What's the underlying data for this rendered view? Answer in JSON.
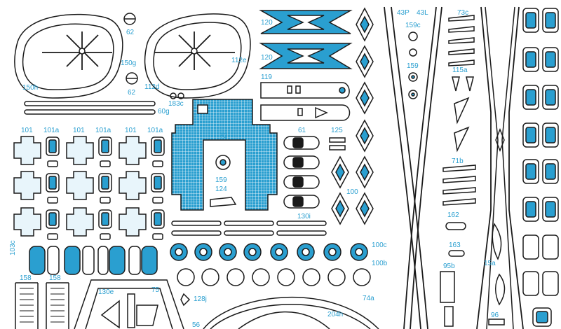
{
  "colors": {
    "ink": "#1a1a1a",
    "fill": "#2a9fd0",
    "label": "#2a9fd0",
    "gate": "#2db84a"
  },
  "labels": {
    "l62a": "62",
    "l62b": "62",
    "l150g": "150g",
    "l150h": "150h",
    "l112d": "112d",
    "l112e": "112e",
    "l183c": "183c",
    "l60g": "60g",
    "l120a": "120",
    "l120b": "120",
    "l119": "119",
    "l43p": "43P",
    "l43l": "43L",
    "l159c": "159c",
    "l159": "159",
    "l73c": "73c",
    "l115a": "115a",
    "l70": "70",
    "l61": "61",
    "l125": "125",
    "l100": "100",
    "l159b": "159",
    "l124": "124",
    "l130i": "130i",
    "l71b": "71b",
    "l162": "162",
    "l163": "163",
    "l95b": "95b",
    "l15a": "15a",
    "l96": "96",
    "l100c": "100c",
    "l100b": "100b",
    "l74a": "74a",
    "l204h": "204h",
    "l128j": "128j",
    "l56": "56",
    "l130e": "130e",
    "l75": "75",
    "l158a": "158",
    "l158b": "158",
    "l103c": "103c",
    "l101_1": "101",
    "l101a_1": "101a",
    "l101_2": "101",
    "l101a_2": "101a",
    "l101_3": "101",
    "l101a_3": "101a"
  }
}
